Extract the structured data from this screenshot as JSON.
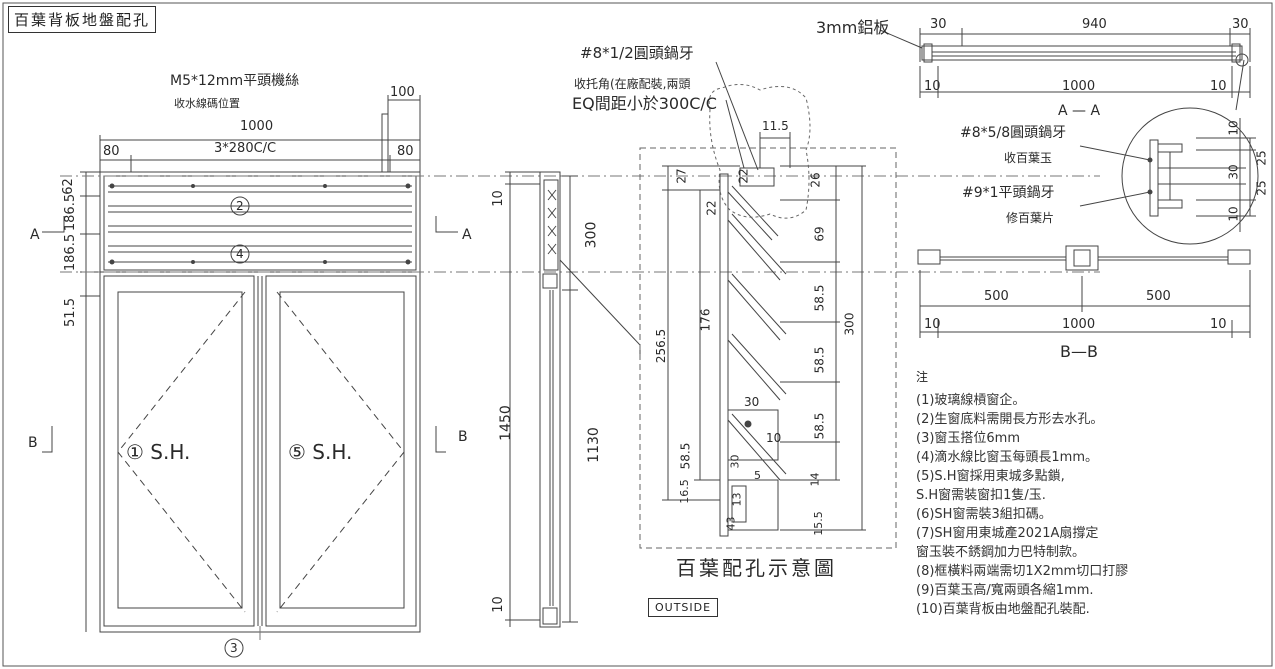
{
  "title": "百葉背板地盤配孔",
  "left_view": {
    "screw_label": "M5*12mm平頭機絲",
    "drain_label": "收水線碼位置",
    "dim_top_total": "1000",
    "dim_spacing": "3*280C/C",
    "dim_left_80": "80",
    "dim_right_80": "80",
    "dim_100": "100",
    "dim_62": "62",
    "dim_186_5_a": "186.5",
    "dim_186_5_b": "186.5",
    "dim_51_5": "51.5",
    "section_a_left": "A",
    "section_a_right": "A",
    "section_b_left": "B",
    "section_b_right": "B",
    "circle_2": "2",
    "circle_4": "4",
    "circle_1_sh": "① S.H.",
    "circle_5_sh": "⑤ S.H.",
    "circle_3": "3"
  },
  "side_view": {
    "dim_10_top": "10",
    "dim_300": "300",
    "dim_1450": "1450",
    "dim_1130": "1130",
    "dim_10_bottom": "10",
    "outside": "OUTSIDE"
  },
  "louver_detail": {
    "callout_screw": "#8*1/2圓頭鍋牙",
    "callout_angle": "收托角(在廠配裝,兩頭",
    "callout_spacing": "EQ間距小於300C/C",
    "dim_11_5": "11.5",
    "dim_27": "27",
    "dim_22a": "22",
    "dim_26": "26",
    "dim_22b": "22",
    "dim_69": "69",
    "dim_256_5": "256.5",
    "dim_176": "176",
    "dim_58_5a": "58.5",
    "dim_300": "300",
    "dim_58_5b": "58.5",
    "dim_30": "30",
    "dim_10": "10",
    "dim_58_5c": "58.5",
    "dim_58_5d": "58.5",
    "dim_30_small": "30",
    "dim_5": "5",
    "dim_13": "13",
    "dim_16_5": "16.5",
    "dim_14": "14",
    "dim_43": "43",
    "dim_15_5": "15.5",
    "caption": "百葉配孔示意圖"
  },
  "section_aa": {
    "plate_label": "3mm鋁板",
    "dim_30_left": "30",
    "dim_940": "940",
    "dim_30_right": "30",
    "dim_10_left": "10",
    "dim_1000": "1000",
    "dim_10_right": "10",
    "label": "A — A"
  },
  "detail_circle": {
    "screw_1": "#8*5/8圓頭鍋牙",
    "screw_1_use": "收百葉玉",
    "screw_2": "#9*1平頭鍋牙",
    "screw_2_use": "修百葉片",
    "dim_10a": "10",
    "dim_25a": "25",
    "dim_30": "30",
    "dim_25b": "25",
    "dim_10b": "10"
  },
  "section_bb": {
    "dim_500_left": "500",
    "dim_500_right": "500",
    "dim_10_left": "10",
    "dim_1000": "1000",
    "dim_10_right": "10",
    "label": "B—B"
  },
  "notes": {
    "heading": "注",
    "items": [
      "(1)玻璃線槓窗企。",
      "(2)生窗底料需開長方形去水孔。",
      "(3)窗玉搭位6mm",
      "(4)滴水線比窗玉每頭長1mm。",
      "(5)S.H窗採用東城多點鎖,",
      "     S.H窗需裝窗扣1隻/玉.",
      "(6)SH窗需裝3組扣碼。",
      "(7)SH窗用東城產2021A扇撐定",
      "     窗玉裝不銹鋼加力巴特制款。",
      "(8)框橫料兩端需切1X2mm切口打膠",
      "(9)百葉玉高/寬兩頭各縮1mm.",
      "(10)百葉背板由地盤配孔裝配."
    ]
  }
}
